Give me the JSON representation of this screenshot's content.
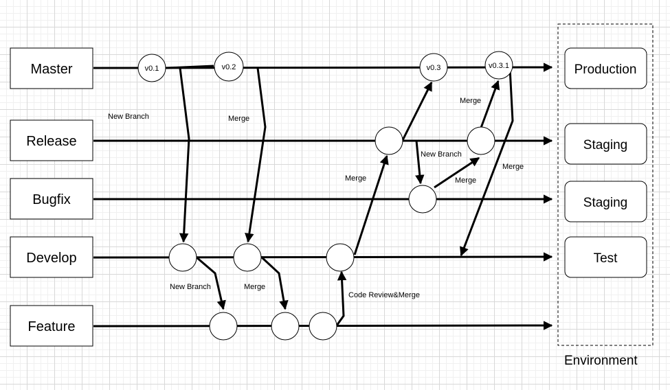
{
  "branches": [
    {
      "id": "master",
      "label": "Master"
    },
    {
      "id": "release",
      "label": "Release"
    },
    {
      "id": "bugfix",
      "label": "Bugfix"
    },
    {
      "id": "develop",
      "label": "Develop"
    },
    {
      "id": "feature",
      "label": "Feature"
    }
  ],
  "environments": [
    {
      "id": "production",
      "label": "Production"
    },
    {
      "id": "staging-release",
      "label": "Staging"
    },
    {
      "id": "staging-bugfix",
      "label": "Staging"
    },
    {
      "id": "test",
      "label": "Test"
    }
  ],
  "environment_caption": "Environment",
  "versions": [
    "v0.1",
    "v0.2",
    "v0.3",
    "v0.3.1"
  ],
  "edge_labels": {
    "new_branch_master": "New Branch",
    "merge_master_develop": "Merge",
    "merge_develop_release": "Merge",
    "merge_release_v03": "Merge",
    "new_branch_release": "New Branch",
    "merge_bugfix_release": "Merge",
    "merge_v031_develop": "Merge",
    "new_branch_develop": "New Branch",
    "merge_develop_feature": "Merge",
    "code_review_merge": "Code Review&Merge"
  },
  "colors": {
    "line": "#000000",
    "box_fill": "#ffffff",
    "grid_major": "#d8d8d8",
    "grid_minor": "#f0f0f0"
  }
}
